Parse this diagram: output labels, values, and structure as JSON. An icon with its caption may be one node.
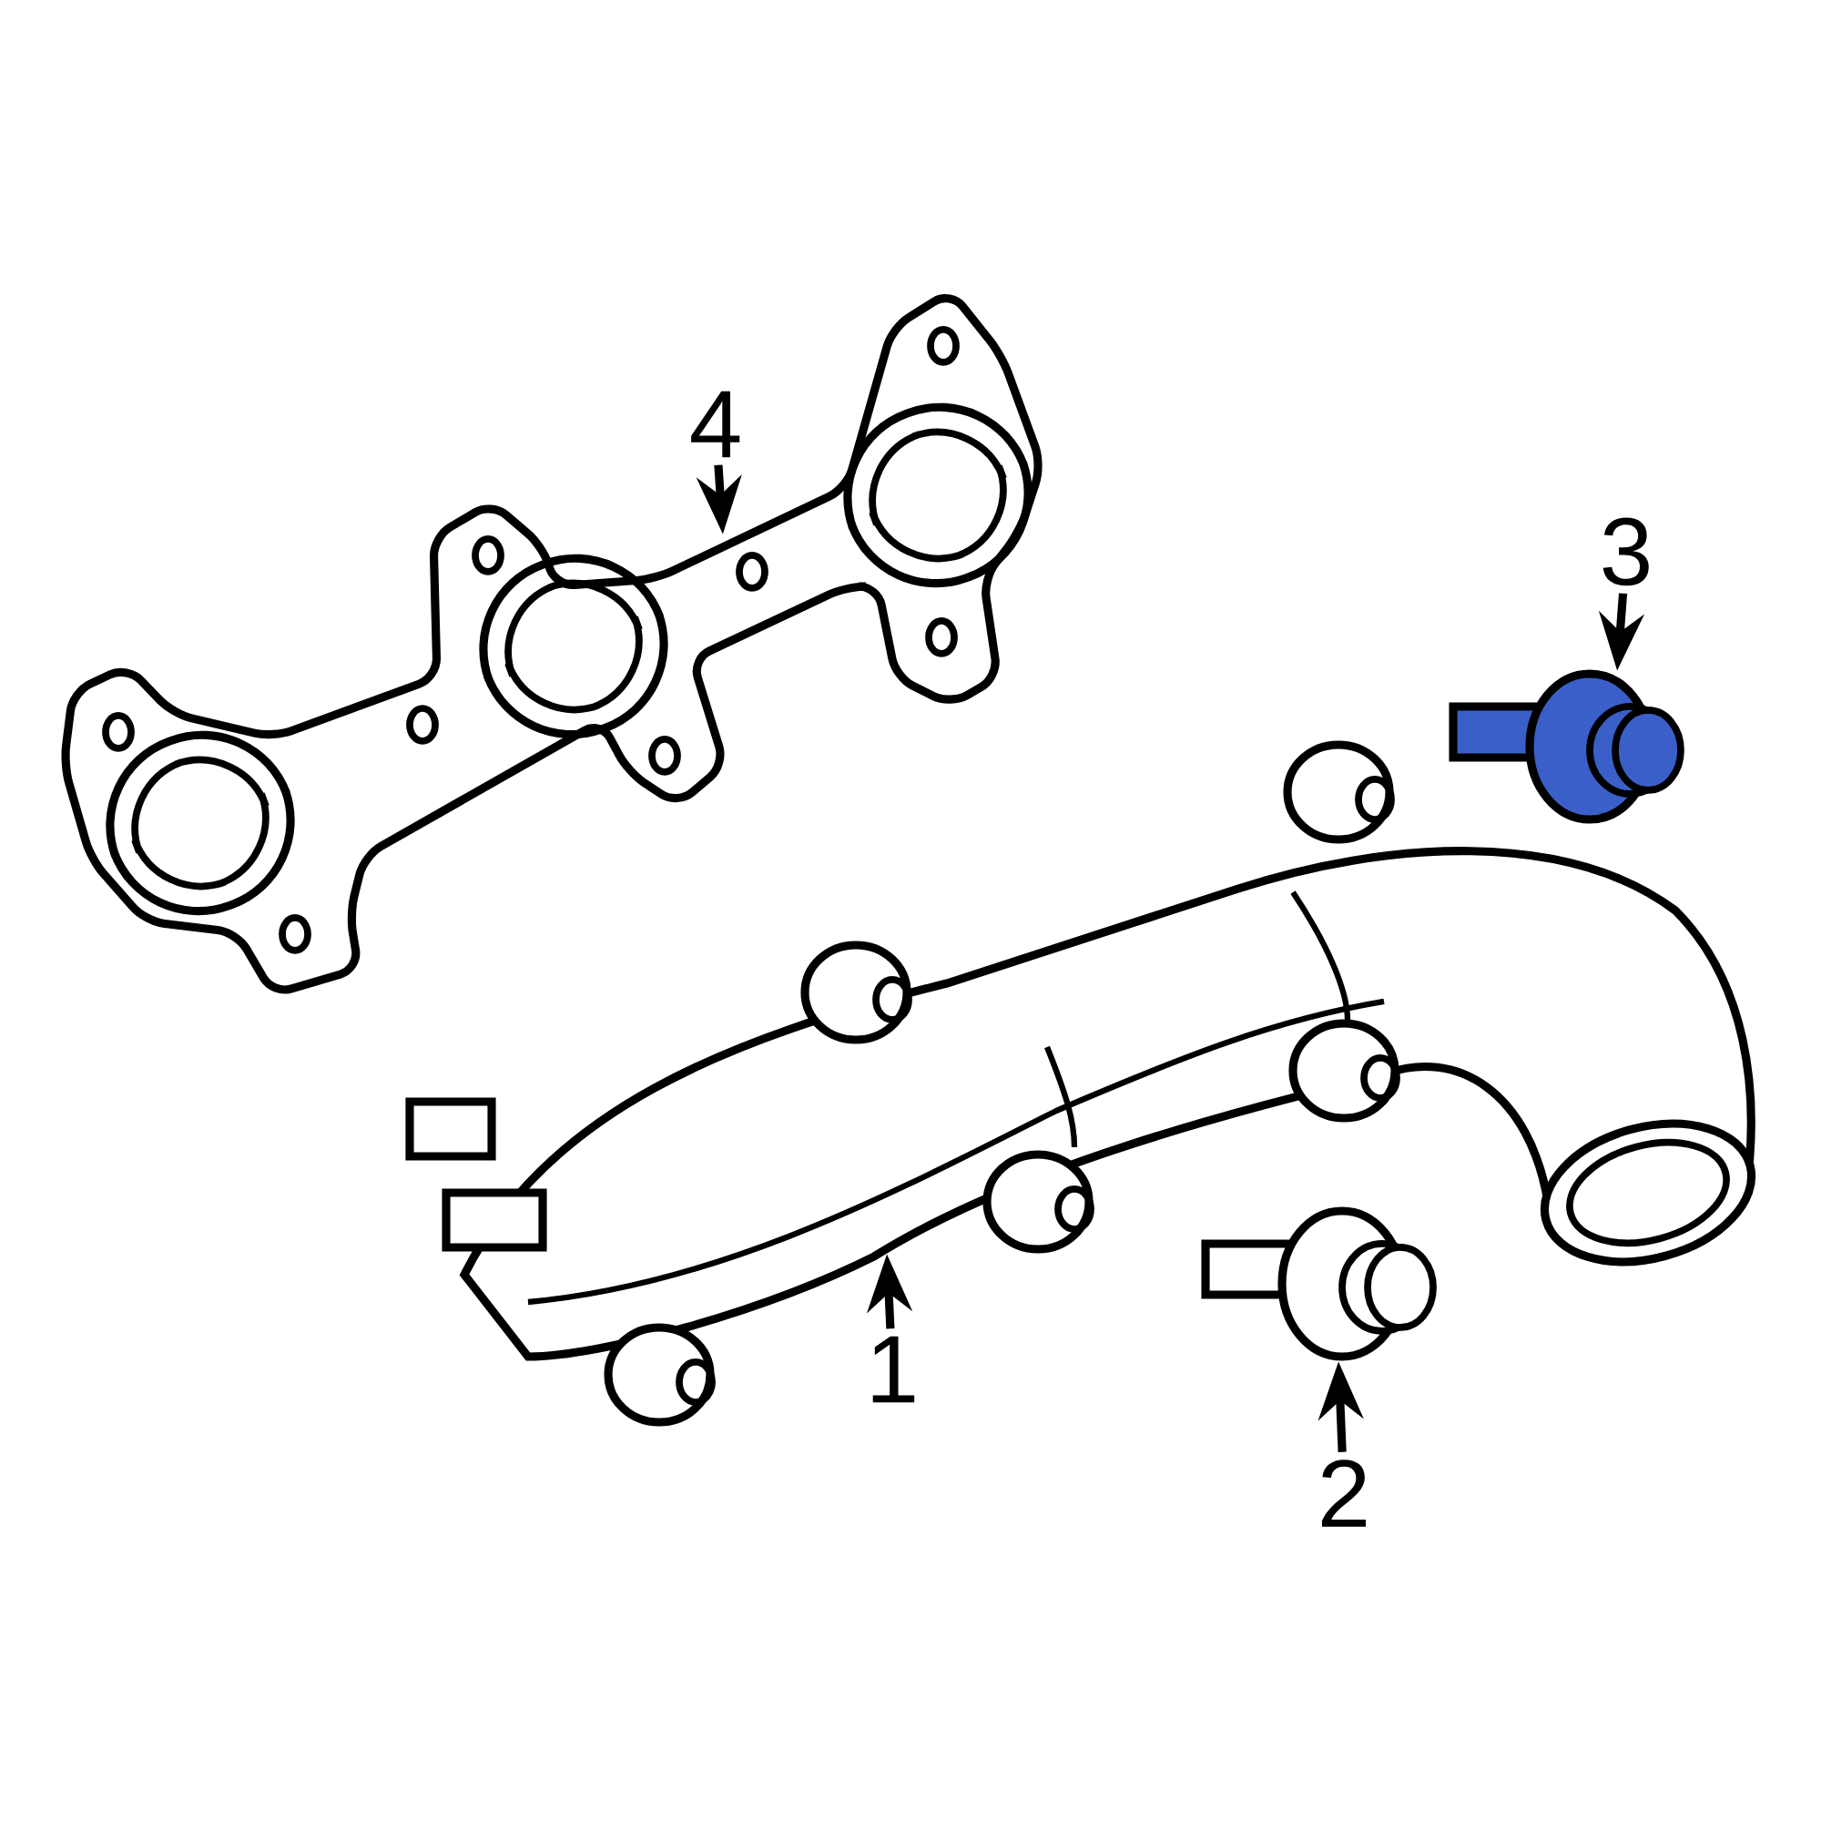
{
  "diagram": {
    "nodes": [
      {
        "text": [
          "1"
        ]
      },
      {
        "text": [
          "2"
        ]
      },
      {
        "text": [
          "3"
        ]
      },
      {
        "text": [
          "4"
        ]
      },
      {
        "text": [],
        "shape": "picture"
      },
      {
        "text": [],
        "shape": "cylinder"
      },
      {
        "text": [],
        "shape": "cylinder"
      },
      {
        "text": [],
        "shape": "picture"
      }
    ],
    "edges": [
      {
        "from": 0,
        "to": 4,
        "arrow": "to"
      },
      {
        "from": 1,
        "to": 5,
        "arrow": "to"
      },
      {
        "from": 2,
        "to": 6,
        "arrow": "to"
      },
      {
        "from": 3,
        "to": 7,
        "arrow": "to"
      }
    ]
  }
}
